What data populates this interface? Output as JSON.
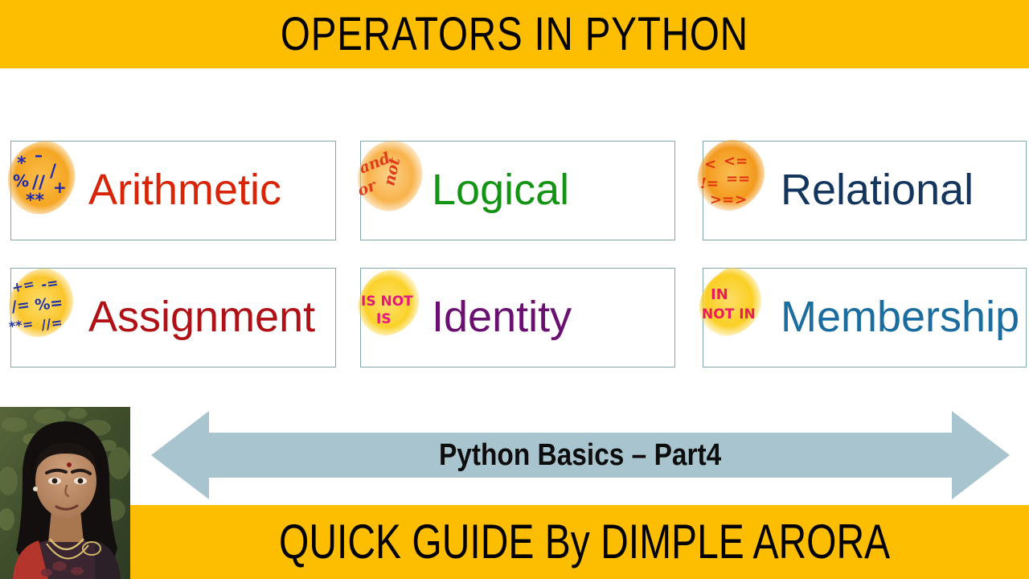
{
  "header": {
    "title": "OPERATORS IN PYTHON",
    "band_color": "#FDBE02",
    "text_color": "#000000"
  },
  "cards": [
    {
      "id": "arithmetic",
      "label": "Arithmetic",
      "label_color": "#D92507",
      "icon_name": "arithmetic-operators-blob-icon",
      "blob_color": "#F5A623",
      "symbol_color": "#1F2BAF",
      "symbols": [
        "*",
        "–",
        "%",
        "//",
        "/",
        "+",
        "**"
      ]
    },
    {
      "id": "logical",
      "label": "Logical",
      "label_color": "#149414",
      "icon_name": "logical-operators-blob-icon",
      "blob_color": "#F8B34C",
      "symbol_color": "#E03B1C",
      "symbols": [
        "and",
        "or",
        "not"
      ]
    },
    {
      "id": "relational",
      "label": "Relational",
      "label_color": "#14365E",
      "icon_name": "relational-operators-blob-icon",
      "blob_color": "#F39A1E",
      "symbol_color": "#E0300F",
      "symbols": [
        "<",
        "<=",
        "!=",
        "==",
        ">=",
        ">"
      ]
    },
    {
      "id": "assignment",
      "label": "Assignment",
      "label_color": "#B01116",
      "icon_name": "assignment-operators-blob-icon",
      "blob_color": "#FBC52C",
      "symbol_color": "#2233A8",
      "symbols": [
        "+=",
        "-=",
        "/=",
        "%=",
        "**=",
        "//="
      ]
    },
    {
      "id": "identity",
      "label": "Identity",
      "label_color": "#6A1070",
      "icon_name": "identity-operators-blob-icon",
      "blob_color": "#FBD22B",
      "symbol_color": "#E3197F",
      "symbols": [
        "IS NOT",
        "IS"
      ]
    },
    {
      "id": "membership",
      "label": "Membership",
      "label_color": "#1A6D9E",
      "icon_name": "membership-operators-blob-icon",
      "blob_color": "#FBCF24",
      "symbol_color": "#EB1C5D",
      "symbols": [
        "IN",
        "NOT IN"
      ]
    }
  ],
  "banner": {
    "text": "Python Basics – Part4",
    "arrow_color": "#A8C4CE",
    "text_color": "#0D0D0D"
  },
  "footer": {
    "title": "QUICK GUIDE By DIMPLE ARORA",
    "band_color": "#FDBE02",
    "text_color": "#000000"
  },
  "presenter": {
    "alt": "presenter-photo"
  }
}
